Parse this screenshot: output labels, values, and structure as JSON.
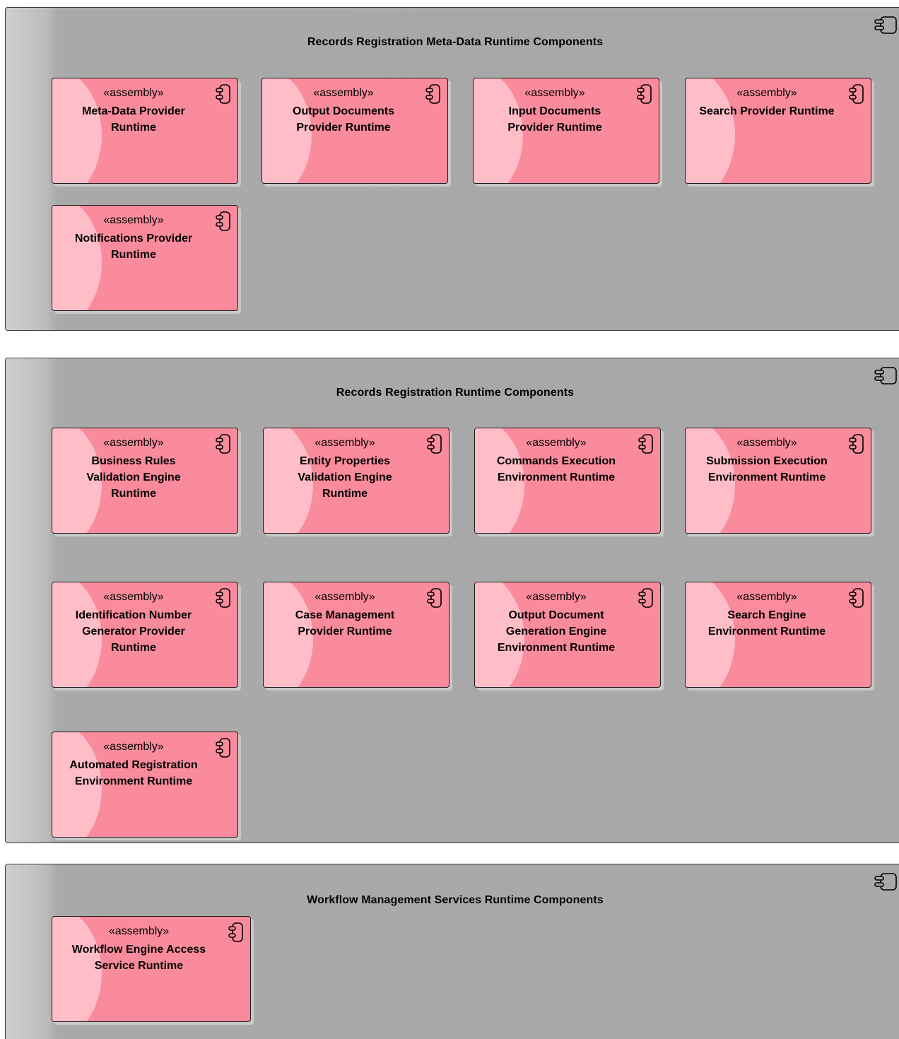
{
  "diagram": {
    "stereotype": "«assembly»",
    "packages": [
      {
        "title": "Records Registration Meta-Data Runtime Components",
        "components": [
          {
            "name": "Meta-Data Provider Runtime"
          },
          {
            "name": "Output Documents Provider Runtime"
          },
          {
            "name": "Input Documents Provider Runtime"
          },
          {
            "name": "Search Provider Runtime"
          },
          {
            "name": "Notifications Provider Runtime"
          }
        ]
      },
      {
        "title": "Records Registration Runtime Components",
        "components": [
          {
            "name": "Business Rules Validation Engine Runtime"
          },
          {
            "name": "Entity Properties Validation Engine Runtime"
          },
          {
            "name": "Commands Execution Environment Runtime"
          },
          {
            "name": "Submission Execution Environment Runtime"
          },
          {
            "name": "Identification Number Generator Provider Runtime"
          },
          {
            "name": "Case Management Provider Runtime"
          },
          {
            "name": "Output Document Generation Engine Environment Runtime"
          },
          {
            "name": "Search Engine Environment Runtime"
          },
          {
            "name": "Automated Registration Environment Runtime"
          }
        ]
      },
      {
        "title": "Workflow Management Services Runtime Components",
        "components": [
          {
            "name": "Workflow Engine Access Service Runtime"
          }
        ]
      }
    ],
    "colors": {
      "component_fill": "#fa8b9c",
      "component_highlight": "#ffbdc8",
      "package_fill": "#a8a8a8"
    }
  }
}
